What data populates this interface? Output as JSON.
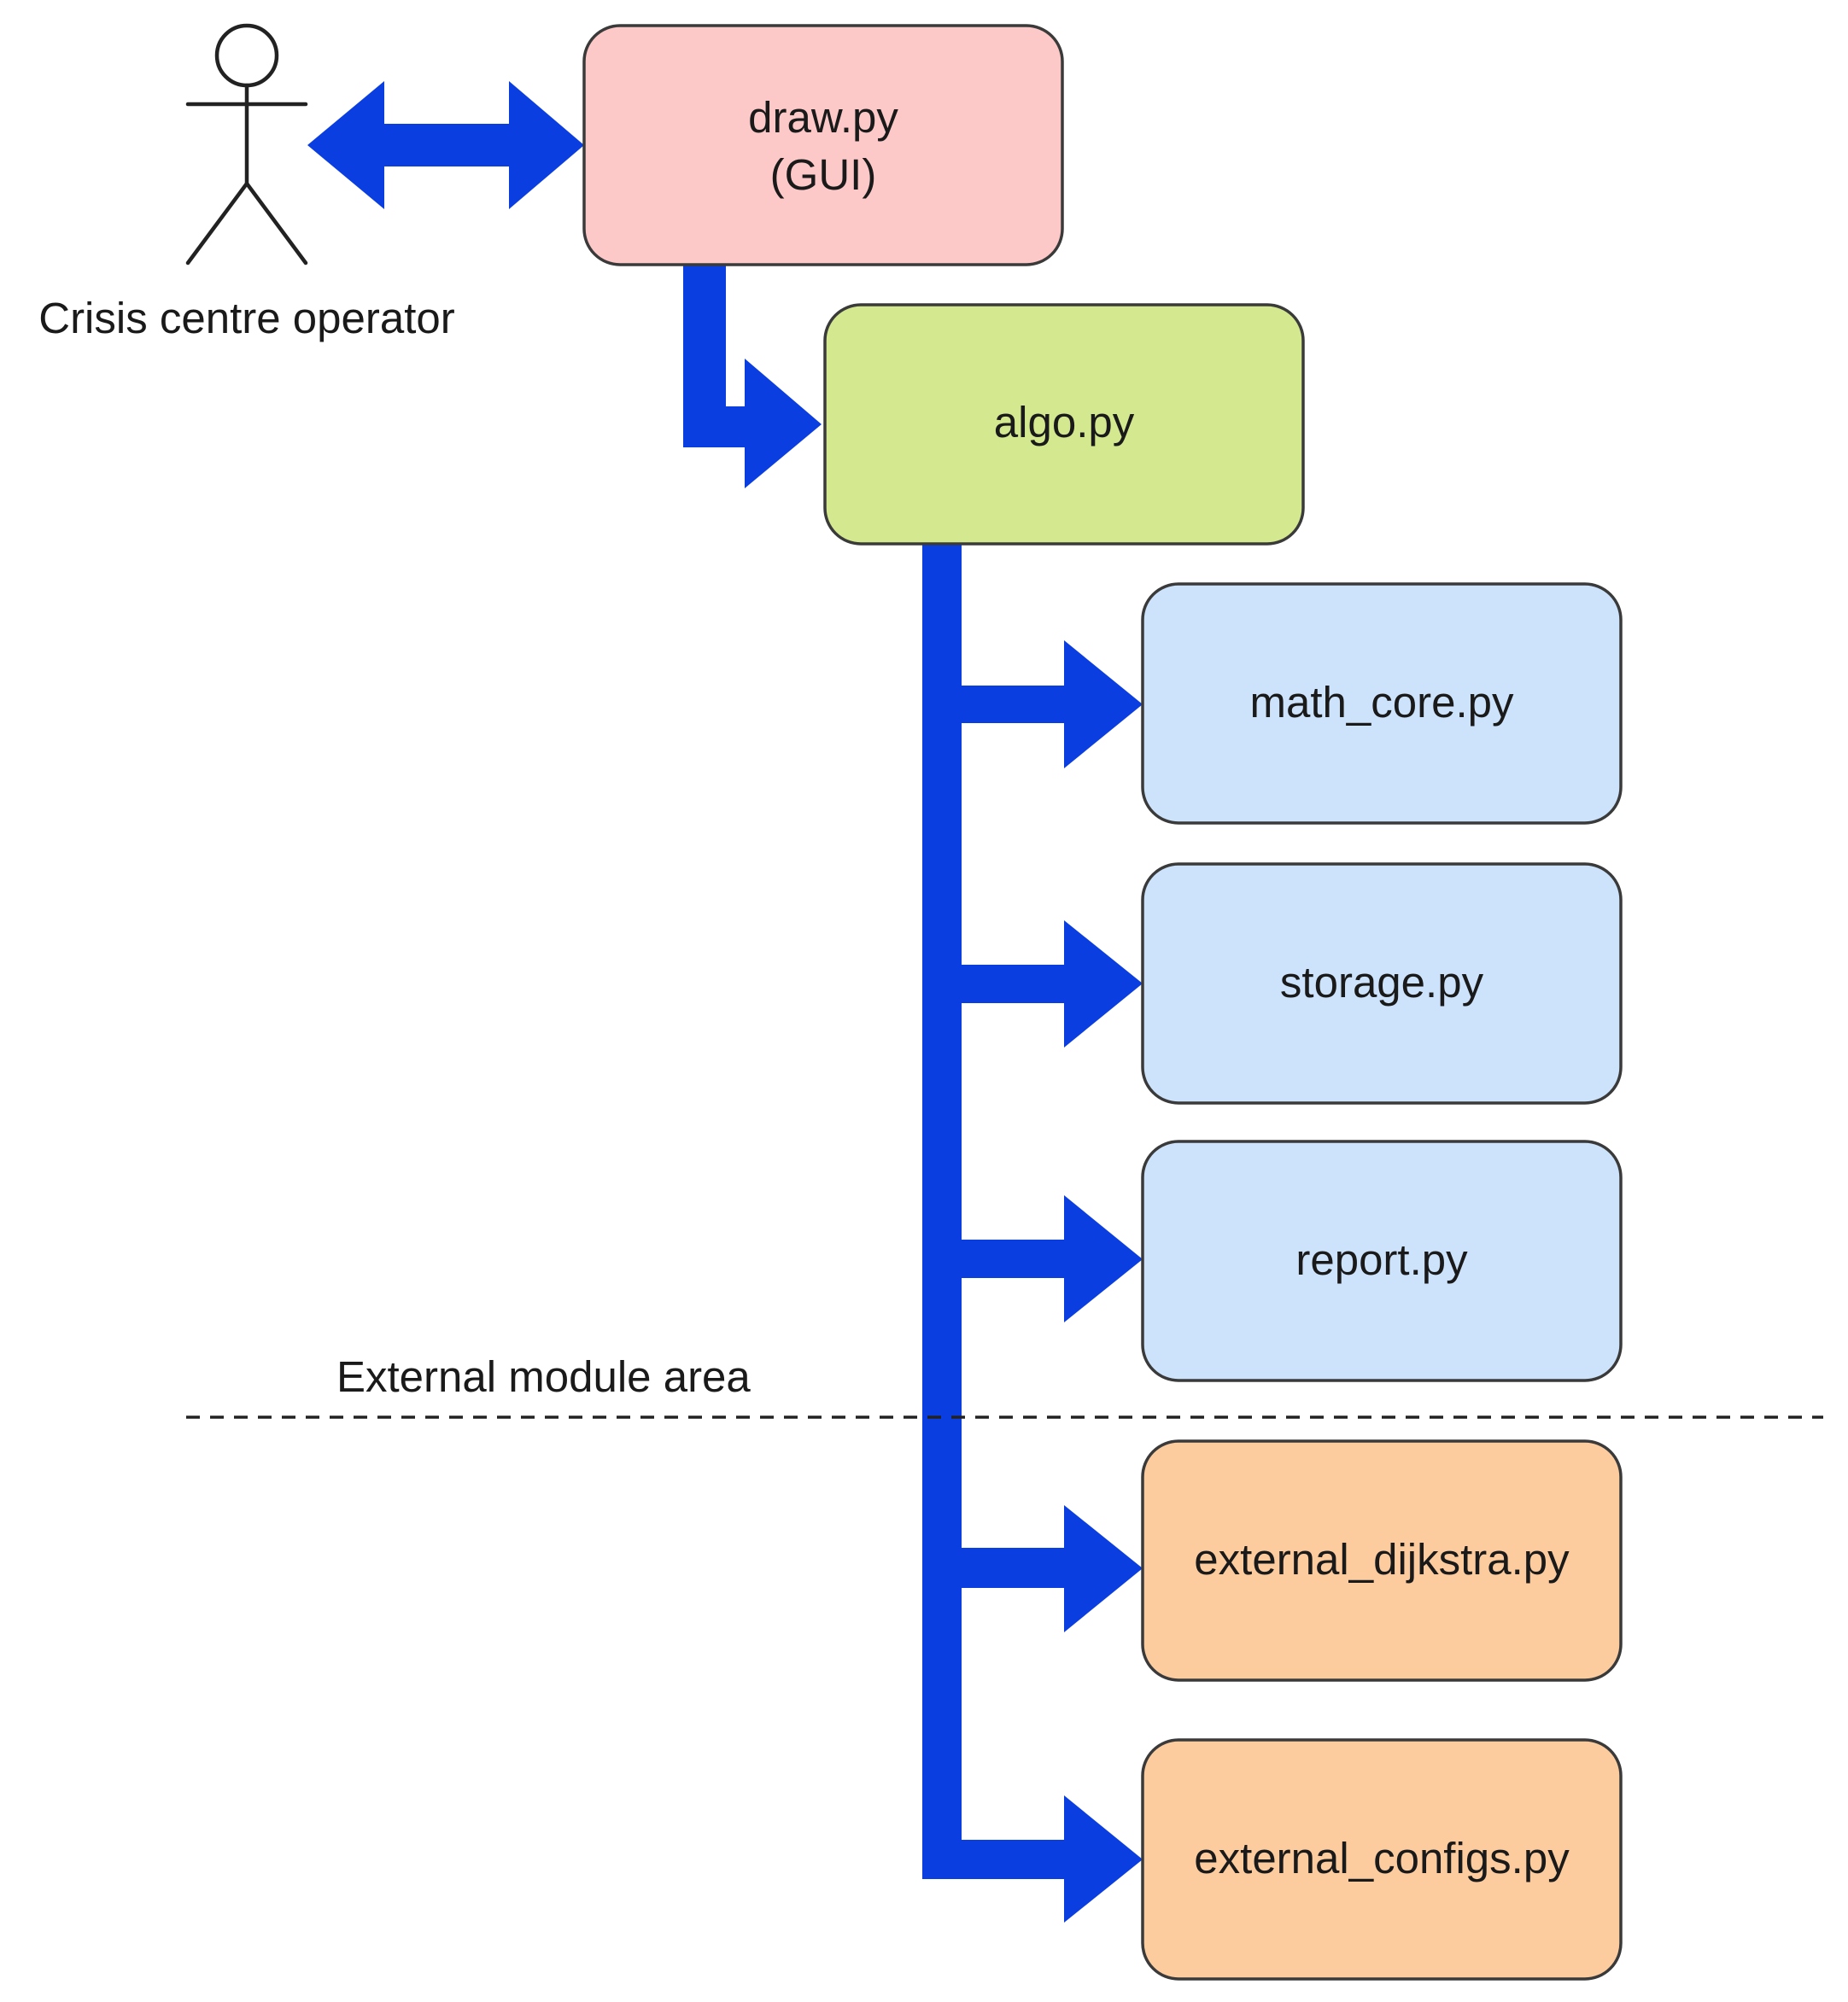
{
  "diagram": {
    "actor": {
      "label": "Crisis centre operator",
      "icon": "stick-figure-icon"
    },
    "nodes": [
      {
        "id": "draw",
        "lines": [
          "draw.py",
          "(GUI)"
        ],
        "group": "gui"
      },
      {
        "id": "algo",
        "lines": [
          "algo.py"
        ],
        "group": "core"
      },
      {
        "id": "math_core",
        "lines": [
          "math_core.py"
        ],
        "group": "internal"
      },
      {
        "id": "storage",
        "lines": [
          "storage.py"
        ],
        "group": "internal"
      },
      {
        "id": "report",
        "lines": [
          "report.py"
        ],
        "group": "internal"
      },
      {
        "id": "external_dijkstra",
        "lines": [
          "external_dijkstra.py"
        ],
        "group": "external"
      },
      {
        "id": "external_configs",
        "lines": [
          "external_configs.py"
        ],
        "group": "external"
      }
    ],
    "edges": [
      {
        "from": "actor",
        "to": "draw",
        "bidirectional": true
      },
      {
        "from": "draw",
        "to": "algo"
      },
      {
        "from": "algo",
        "to": "math_core"
      },
      {
        "from": "algo",
        "to": "storage"
      },
      {
        "from": "algo",
        "to": "report"
      },
      {
        "from": "algo",
        "to": "external_dijkstra"
      },
      {
        "from": "algo",
        "to": "external_configs"
      }
    ],
    "boundary": {
      "label": "External module area",
      "style": "dashed"
    },
    "colors": {
      "gui": "#fcc9c8",
      "core": "#d4e98f",
      "internal": "#cce3fb",
      "external": "#fccc9f",
      "arrow": "#0a3ee0"
    }
  }
}
